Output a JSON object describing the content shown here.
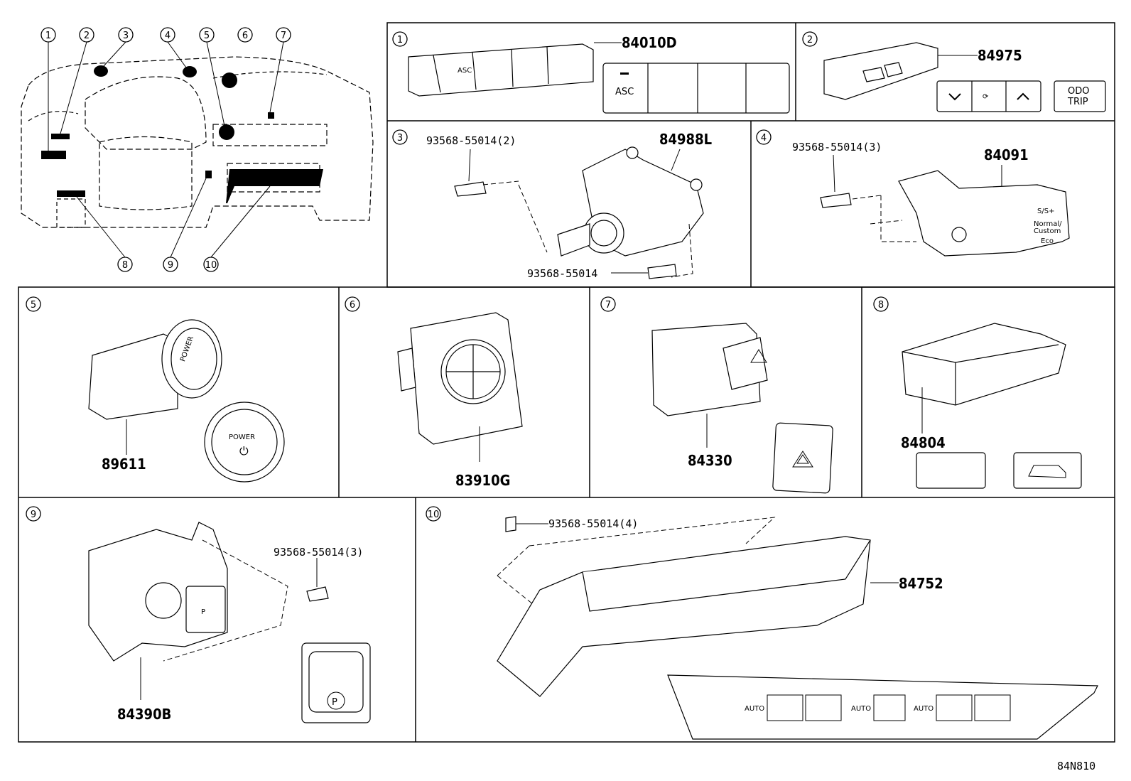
{
  "diagram_code": "84N810",
  "overview": {
    "callouts": [
      "1",
      "2",
      "3",
      "4",
      "5",
      "6",
      "7",
      "8",
      "9",
      "10"
    ]
  },
  "panels": [
    {
      "id": "1",
      "part": "84010D",
      "button_labels": [
        "ASC"
      ]
    },
    {
      "id": "2",
      "part": "84975",
      "button_labels": [
        "ODO",
        "TRIP"
      ]
    },
    {
      "id": "3",
      "part": "84988L",
      "bolts": [
        "93568-55014(2)",
        "93568-55014"
      ]
    },
    {
      "id": "4",
      "part": "84091",
      "bolts": [
        "93568-55014(3)"
      ],
      "knob_text": [
        "S/S+",
        "Normal/",
        "Custom",
        "Eco"
      ]
    },
    {
      "id": "5",
      "part": "89611",
      "button_label": "POWER"
    },
    {
      "id": "6",
      "part": "83910G"
    },
    {
      "id": "7",
      "part": "84330"
    },
    {
      "id": "8",
      "part": "84804"
    },
    {
      "id": "9",
      "part": "84390B",
      "bolts": [
        "93568-55014(3)"
      ],
      "button_label": "P"
    },
    {
      "id": "10",
      "part": "84752",
      "bolts": [
        "93568-55014(4)"
      ],
      "auto_labels": [
        "AUTO",
        "AUTO",
        "AUTO"
      ]
    }
  ]
}
